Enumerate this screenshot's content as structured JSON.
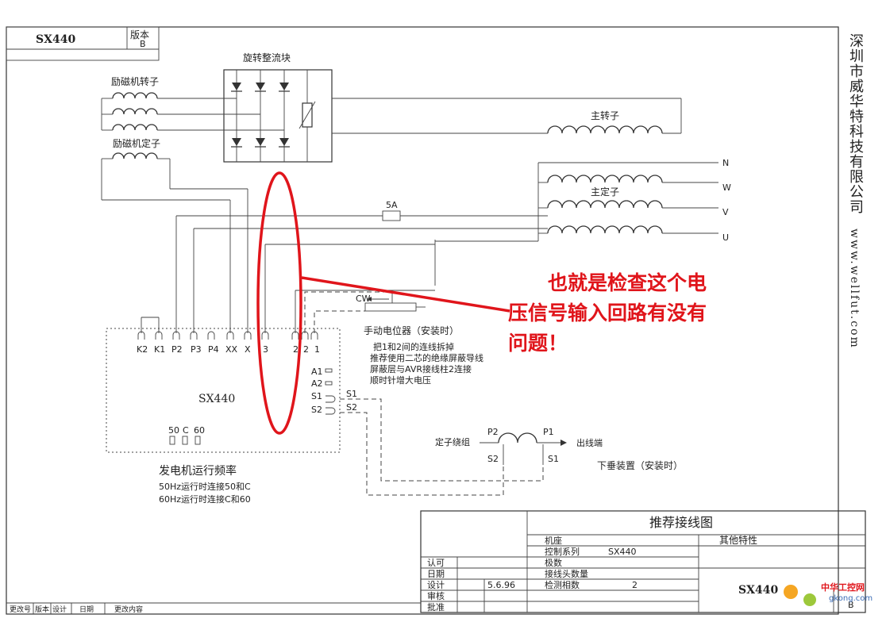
{
  "title_block_top": {
    "model": "SX440",
    "version_label": "版本",
    "version_value": "B"
  },
  "sections": {
    "rectifier": "旋转整流块",
    "exciter_rotor": "励磁机转子",
    "exciter_stator": "励磁机定子",
    "main_rotor": "主转子",
    "main_stator": "主定子",
    "fuse": "5A",
    "cw": "CW"
  },
  "phases": [
    "N",
    "W",
    "V",
    "U"
  ],
  "terminals": [
    "K2",
    "K1",
    "P2",
    "P3",
    "P4",
    "XX",
    "X",
    "3",
    "2",
    "1"
  ],
  "avr": {
    "name": "SX440",
    "side_terminals": [
      "A1",
      "A2",
      "S1",
      "S2"
    ],
    "freq_links": [
      "50",
      "C",
      "60"
    ]
  },
  "potentiometer": {
    "title": "手动电位器（安装时）",
    "notes": [
      "把1和2间的连线拆掉",
      "推荐使用二芯的绝缘屏蔽导线",
      "屏蔽层与AVR接线柱2连接",
      "顺时针增大电压"
    ]
  },
  "frequency": {
    "title": "发电机运行频率",
    "lines": [
      "50Hz运行时连接50和C",
      "60Hz运行时连接C和60"
    ]
  },
  "droop": {
    "stator_winding": "定子绕组",
    "p2": "P2",
    "p1": "P1",
    "output": "出线端",
    "s2": "S2",
    "s1": "S1",
    "title": "下垂装置（安装时）"
  },
  "annotation": {
    "line1": "也就是检查这个电",
    "line2": "压信号输入回路有没有",
    "line3": "问题！"
  },
  "company": {
    "name": "深圳市威华特科技有限公司",
    "url": "www.wellfut.com"
  },
  "title_block": {
    "title": "推荐接线图",
    "frame_label": "机座",
    "other_label": "其他特性",
    "series_label": "控制系列",
    "series_value": "SX440",
    "poles_label": "极数",
    "leads_label": "接线头数量",
    "phases_label": "检测相数",
    "phases_value": "2",
    "approve_label": "认可",
    "date_label": "日期",
    "design_label": "设计",
    "design_date": "5.6.96",
    "review_label": "审核",
    "authorize_label": "批准",
    "model": "SX440",
    "version": "B",
    "watermark": "中华工控网",
    "watermark_url": "gkong.com"
  },
  "bottom_strip": [
    "更改号",
    "版本",
    "设计",
    "日期",
    "更改内容"
  ]
}
